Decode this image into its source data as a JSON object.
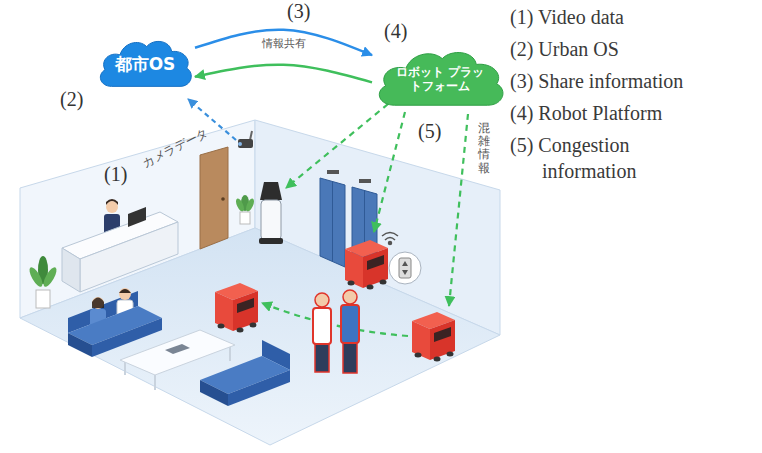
{
  "diagram": {
    "nodes": [
      {
        "text": [
          "都市OS"
        ]
      },
      {
        "text": [
          "ロボット プラットフォーム"
        ]
      }
    ],
    "edges": [
      {
        "from": 0,
        "to": 1,
        "arrow": "to",
        "label": "情報共有"
      },
      {
        "from": 1,
        "to": 0,
        "arrow": "to"
      }
    ],
    "labels": [
      "(1)",
      "(2)",
      "(3)",
      "(4)",
      "(5)",
      "カメラデータ",
      "混雑情報",
      "(1) Video data",
      "(2) Urban OS",
      "(3) Share information",
      "(4) Robot Platform",
      "(5) Congestion information"
    ]
  }
}
